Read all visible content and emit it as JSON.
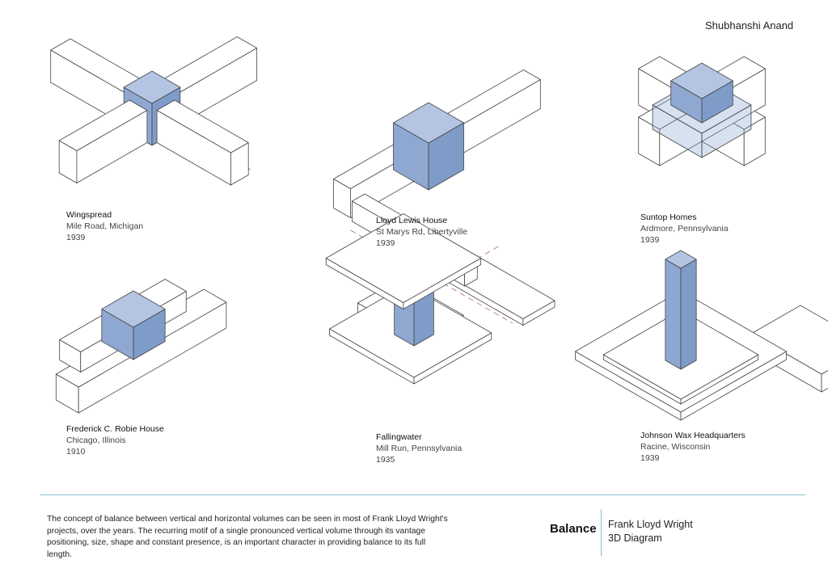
{
  "author": "Shubhanshi Anand",
  "projects": [
    {
      "name": "Wingspread",
      "location": "Mile Road, Michigan",
      "year": "1939"
    },
    {
      "name": "Lloyd Lewis House",
      "location": "St Marys Rd, Libertyville",
      "year": "1939"
    },
    {
      "name": "Suntop Homes",
      "location": "Ardmore, Pennsylvania",
      "year": "1939"
    },
    {
      "name": "Frederick C. Robie House",
      "location": "Chicago, Illinois",
      "year": "1910"
    },
    {
      "name": "Fallingwater",
      "location": "Mill Run, Pennsylvania",
      "year": "1935"
    },
    {
      "name": "Johnson Wax Headquarters",
      "location": "Racine, Wisconsin",
      "year": "1939"
    }
  ],
  "footer": {
    "description": "The concept of balance between vertical and horizontal volumes can be seen in most of Frank Lloyd Wright's projects, over the years. The recurring motif of a single pronounced vertical volume through its vantage positioning, size, shape and constant presence, is an important character in providing balance to its full length.",
    "title": "Balance",
    "subtitle_line1": "Frank Lloyd Wright",
    "subtitle_line2": "3D Diagram"
  },
  "colors": {
    "accent_blue": "#8ea8d2",
    "divider": "#8cbcd4",
    "axis_dash": "#b07080"
  }
}
